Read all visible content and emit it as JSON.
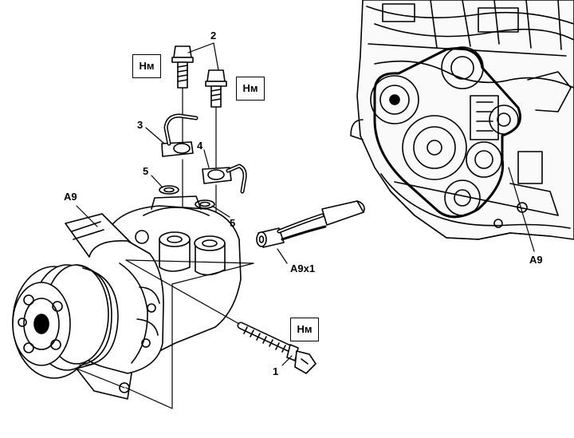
{
  "labels": {
    "bolt_upper": "2",
    "bracket_left": "3",
    "bracket_right": "4",
    "seal_left": "5",
    "seal_right": "5",
    "compressor_left": "A9",
    "compressor_right": "A9",
    "connector": "A9x1",
    "bolt_lower": "1"
  },
  "torque": {
    "upper_left": "Нм",
    "upper_right": "Нм",
    "lower": "Нм"
  }
}
